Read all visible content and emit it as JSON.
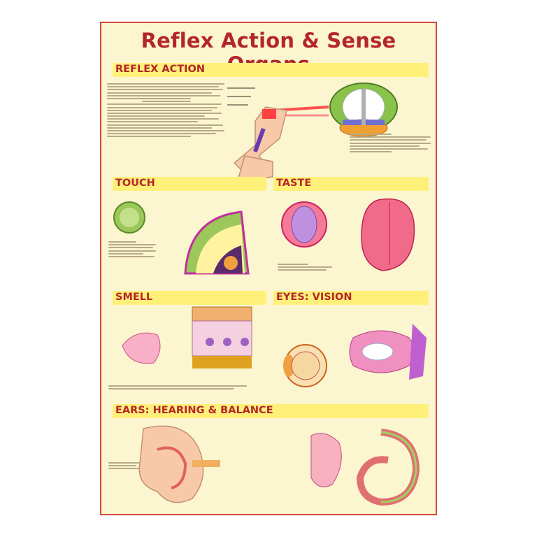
{
  "poster": {
    "title": "Reflex Action & Sense Organs",
    "sections": {
      "reflex": "REFLEX ACTION",
      "touch": "TOUCH",
      "taste": "TASTE",
      "smell": "SMELL",
      "eyes": "EYES: VISION",
      "ears": "EARS: HEARING & BALANCE"
    }
  },
  "colors": {
    "background": "#fbf6cf",
    "border": "#d34a3f",
    "title": "#b3262a",
    "section_bar": "#fff07a"
  },
  "illustrations": [
    "spinal-cord-reflex-arc",
    "knee-jerk-leg",
    "touch-receptor",
    "skin-cross-section",
    "taste-bud",
    "tongue",
    "olfactory-region",
    "olfactory-epithelium",
    "eyeball-section",
    "visual-pathway",
    "ear-pinna-canal",
    "inner-ear-cochlea"
  ]
}
